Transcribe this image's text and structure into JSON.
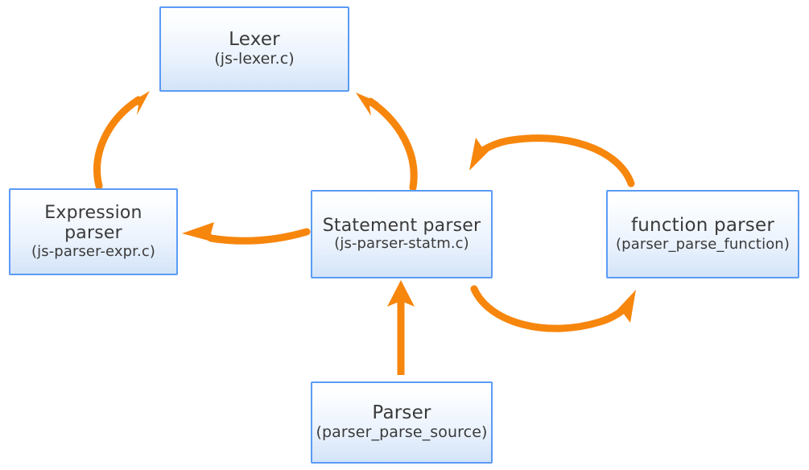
{
  "diagram": {
    "background_color": "#ffffff",
    "box_border_color": "#5b9bf5",
    "box_fill_top_color": "#ffffff",
    "box_fill_bottom_color": "#d3e4f8",
    "arrow_color": "#f7860d",
    "text_color": "#3a3a3a",
    "nodes": [
      {
        "id": "lexer",
        "title": "Lexer",
        "subtitle": "(js-lexer.c)"
      },
      {
        "id": "expression-parser",
        "title": "Expression parser",
        "subtitle": "(js-parser-expr.c)"
      },
      {
        "id": "statement-parser",
        "title": "Statement parser",
        "subtitle": "(js-parser-statm.c)"
      },
      {
        "id": "function-parser",
        "title": "function parser",
        "subtitle": "(parser_parse_function)"
      },
      {
        "id": "parser",
        "title": "Parser",
        "subtitle": "(parser_parse_source)"
      }
    ],
    "edges": [
      {
        "id": "expression-parser-to-lexer",
        "from": "expression-parser",
        "to": "lexer",
        "style": "curved"
      },
      {
        "id": "statement-parser-to-lexer",
        "from": "statement-parser",
        "to": "lexer",
        "style": "curved"
      },
      {
        "id": "statement-parser-to-expression-parser",
        "from": "statement-parser",
        "to": "expression-parser",
        "style": "curved"
      },
      {
        "id": "function-parser-to-statement-parser",
        "from": "function-parser",
        "to": "statement-parser",
        "style": "arc-over"
      },
      {
        "id": "statement-parser-to-function-parser",
        "from": "statement-parser",
        "to": "function-parser",
        "style": "arc-under"
      },
      {
        "id": "parser-to-statement-parser",
        "from": "parser",
        "to": "statement-parser",
        "style": "straight"
      }
    ]
  }
}
